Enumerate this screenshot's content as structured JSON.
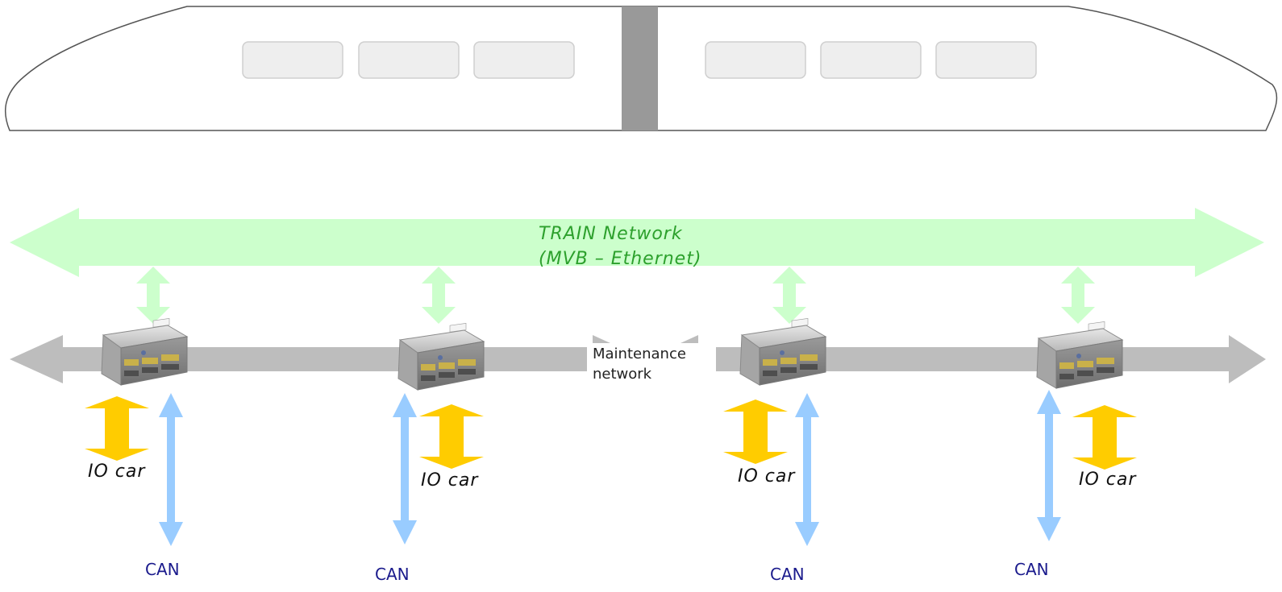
{
  "colors": {
    "train_outline": "#555555",
    "train_window_fill": "#eeeeee",
    "train_window_stroke": "#cfcfcf",
    "coupler": "#999999",
    "train_network_arrow": "#ccffcc",
    "maintenance_arrow": "#bdbdbd",
    "io_arrow": "#ffcc00",
    "can_arrow": "#99ccff",
    "train_network_text": "#2ca02c",
    "can_text": "#1a1a8c"
  },
  "train_network": {
    "line1": "TRAIN Network",
    "line2": "(MVB – Ethernet)"
  },
  "maintenance_network": {
    "line1": "Maintenance",
    "line2": "network"
  },
  "nodes": [
    {
      "io_label": "IO car",
      "can_label": "CAN"
    },
    {
      "io_label": "IO car",
      "can_label": "CAN"
    },
    {
      "io_label": "IO car",
      "can_label": "CAN"
    },
    {
      "io_label": "IO car",
      "can_label": "CAN"
    }
  ],
  "icons": {
    "train": "train-body-icon",
    "device": "io-controller-device-icon"
  }
}
